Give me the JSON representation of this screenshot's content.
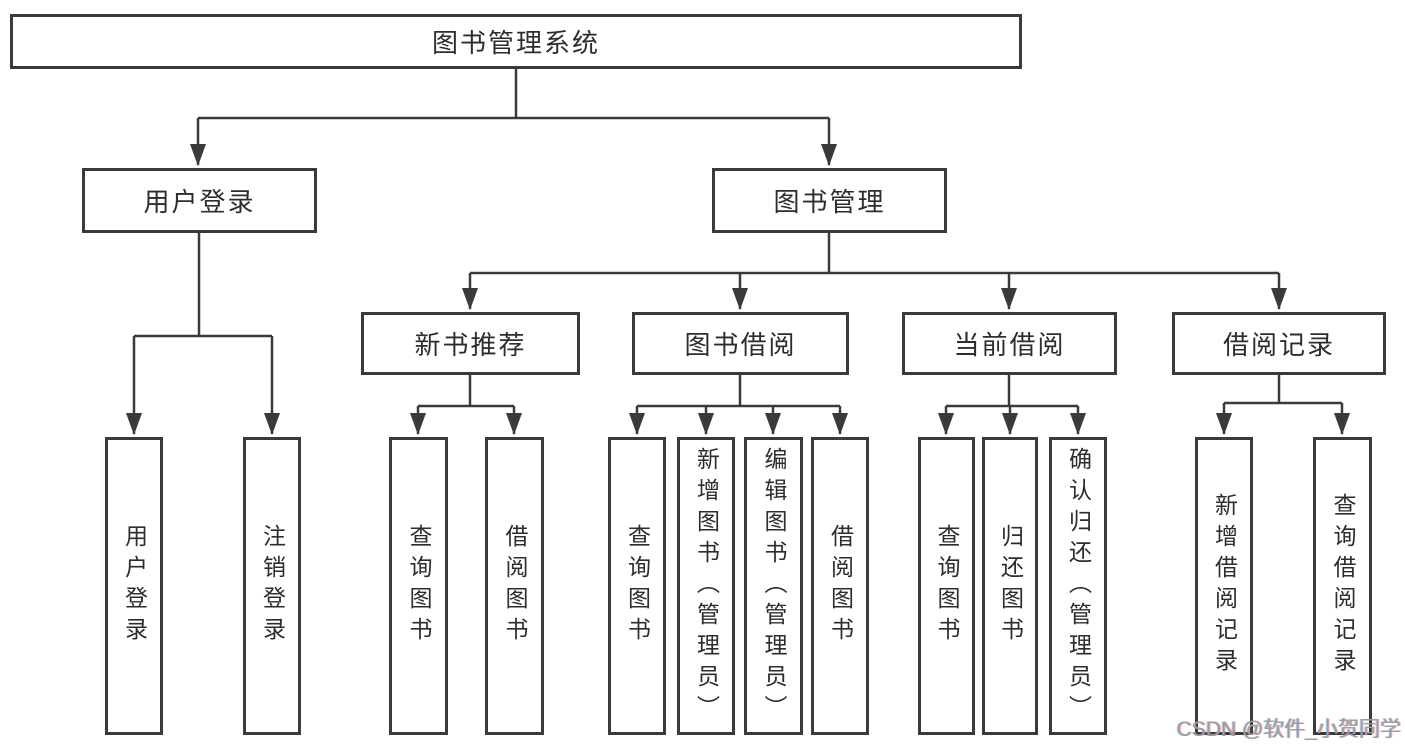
{
  "root": {
    "label": "图书管理系统"
  },
  "branches": {
    "user_login": {
      "label": "用户登录",
      "children": [
        "用户登录",
        "注销登录"
      ]
    },
    "book_mgmt": {
      "label": "图书管理",
      "sections": {
        "new_books": {
          "label": "新书推荐",
          "children": [
            "查询图书",
            "借阅图书"
          ]
        },
        "book_borrow": {
          "label": "图书借阅",
          "children": [
            "查询图书",
            "新增图书（管理员）",
            "编辑图书（管理员）",
            "借阅图书"
          ]
        },
        "current_borrow": {
          "label": "当前借阅",
          "children": [
            "查询图书",
            "归还图书",
            "确认归还（管理员）"
          ]
        },
        "borrow_records": {
          "label": "借阅记录",
          "children": [
            "新增借阅记录",
            "查询借阅记录"
          ]
        }
      }
    }
  },
  "watermark": {
    "text": "CSDN @软件_小贺同学"
  },
  "colors": {
    "line": "#3a3a3a",
    "border": "#3a3a3a",
    "text": "#2d2d2d",
    "watermark": "#9e9e9e",
    "background": "#ffffff"
  }
}
